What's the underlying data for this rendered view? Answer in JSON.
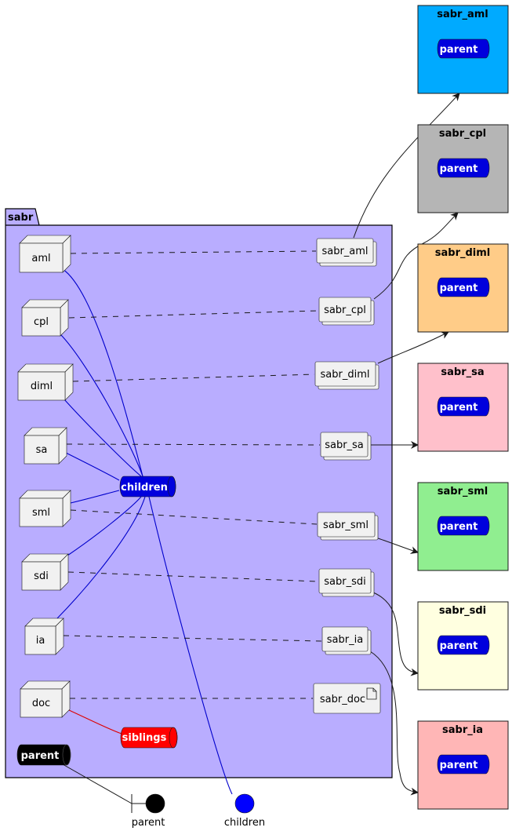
{
  "package": {
    "title": "sabr",
    "fill": "#b9adff"
  },
  "nodes": [
    {
      "id": "aml",
      "label": "aml"
    },
    {
      "id": "cpl",
      "label": "cpl"
    },
    {
      "id": "diml",
      "label": "diml"
    },
    {
      "id": "sa",
      "label": "sa"
    },
    {
      "id": "sml",
      "label": "sml"
    },
    {
      "id": "sdi",
      "label": "sdi"
    },
    {
      "id": "ia",
      "label": "ia"
    },
    {
      "id": "doc",
      "label": "doc"
    }
  ],
  "collections": [
    {
      "id": "sabr_aml",
      "label": "sabr_aml"
    },
    {
      "id": "sabr_cpl",
      "label": "sabr_cpl"
    },
    {
      "id": "sabr_diml",
      "label": "sabr_diml"
    },
    {
      "id": "sabr_sa",
      "label": "sabr_sa"
    },
    {
      "id": "sabr_sml",
      "label": "sabr_sml"
    },
    {
      "id": "sabr_sdi",
      "label": "sabr_sdi"
    },
    {
      "id": "sabr_ia",
      "label": "sabr_ia"
    }
  ],
  "artifact": {
    "id": "sabr_doc",
    "label": "sabr_doc"
  },
  "queues": {
    "children": {
      "label": "children",
      "color": "#0000dd"
    },
    "siblings": {
      "label": "siblings",
      "color": "#ff0000"
    },
    "parent": {
      "label": "parent",
      "color": "#000000"
    }
  },
  "interfaces": {
    "parent": {
      "label": "parent"
    },
    "children": {
      "label": "children",
      "color": "#0000ff"
    }
  },
  "components": [
    {
      "id": "sabr_aml",
      "title": "sabr_aml",
      "fill": "#00aaff",
      "queue_label": "parent"
    },
    {
      "id": "sabr_cpl",
      "title": "sabr_cpl",
      "fill": "#b5b5b5",
      "queue_label": "parent"
    },
    {
      "id": "sabr_diml",
      "title": "sabr_diml",
      "fill": "#ffcc88",
      "queue_label": "parent"
    },
    {
      "id": "sabr_sa",
      "title": "sabr_sa",
      "fill": "#ffc0cb",
      "queue_label": "parent"
    },
    {
      "id": "sabr_sml",
      "title": "sabr_sml",
      "fill": "#90ee90",
      "queue_label": "parent"
    },
    {
      "id": "sabr_sdi",
      "title": "sabr_sdi",
      "fill": "#ffffe0",
      "queue_label": "parent"
    },
    {
      "id": "sabr_ia",
      "title": "sabr_ia",
      "fill": "#ffb6b6",
      "queue_label": "parent"
    }
  ],
  "colors": {
    "queue_blue": "#0000dd",
    "edge": "#181818",
    "children_edge": "#0000cc",
    "siblings_edge": "#dd0000"
  }
}
